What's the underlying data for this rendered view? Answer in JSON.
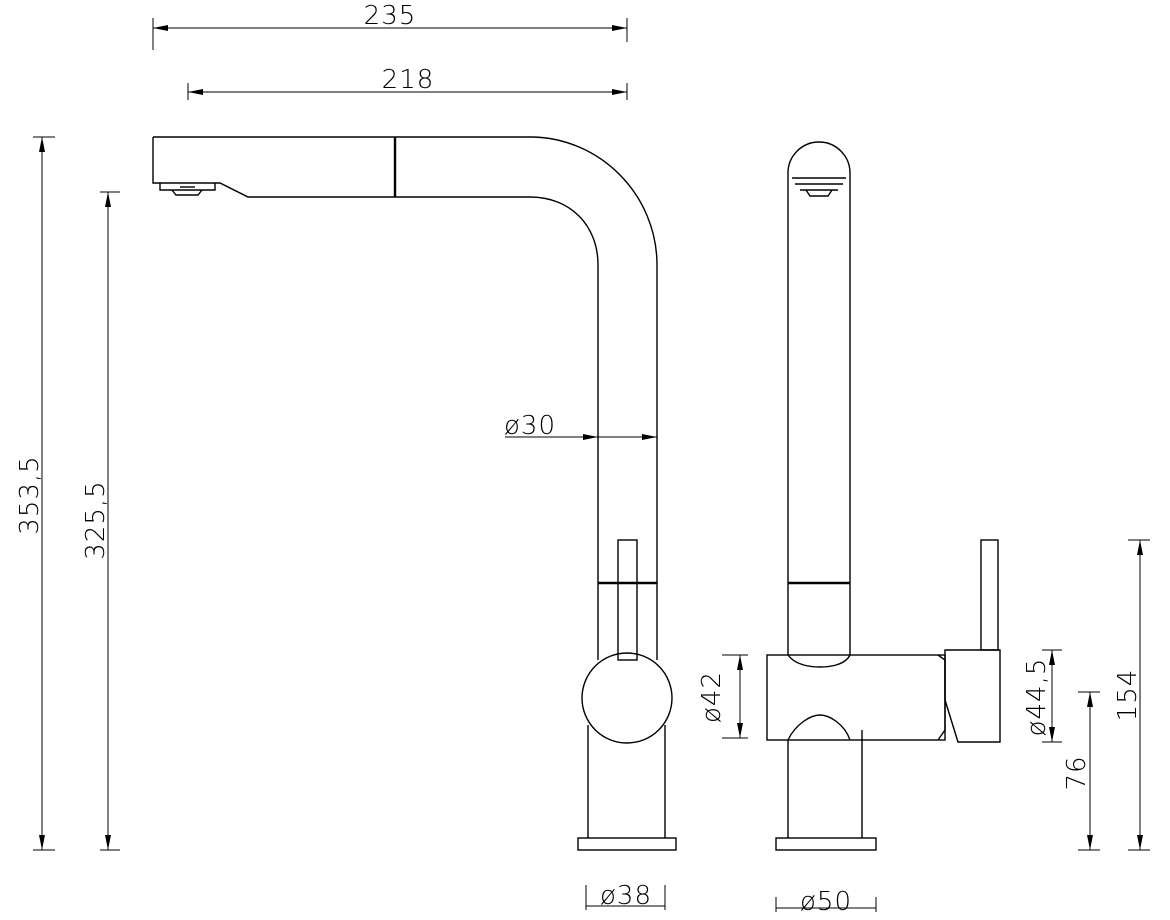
{
  "dimensions": {
    "overall_length": "235",
    "spout_reach": "218",
    "overall_height": "353,5",
    "spout_height": "325,5",
    "spout_diameter": "ø30",
    "base_diameter_side": "ø38",
    "base_diameter_front": "ø50",
    "body_diameter": "ø42",
    "handle_diameter": "ø44,5",
    "handle_height": "154",
    "body_height": "76"
  }
}
